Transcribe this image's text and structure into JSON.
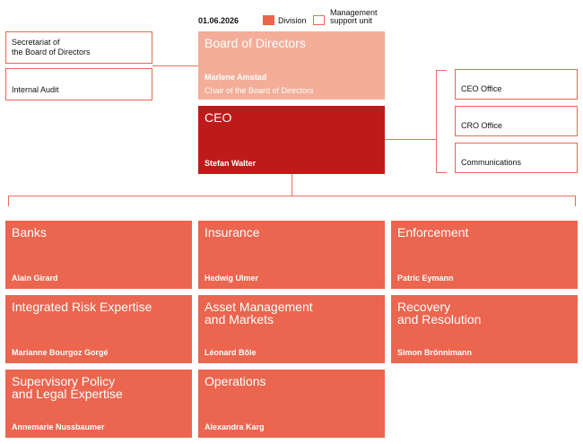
{
  "header": {
    "date": "01.06.2026",
    "legend_division": "Division",
    "legend_support": "Management\nsupport unit"
  },
  "board": {
    "title": "Board of Directors",
    "name": "Marlene Amstad",
    "role": "Chair of the Board of Directors"
  },
  "ceo": {
    "title": "CEO",
    "name": "Stefan Walter"
  },
  "board_units": [
    {
      "label": "Secretariat of\nthe Board of Directors"
    },
    {
      "label": "Internal Audit"
    }
  ],
  "ceo_units": [
    {
      "label": "CEO Office"
    },
    {
      "label": "CRO Office"
    },
    {
      "label": "Communications"
    }
  ],
  "divisions": [
    {
      "title": "Banks",
      "head": "Alain Girard"
    },
    {
      "title": "Insurance",
      "head": "Hedwig Ulmer"
    },
    {
      "title": "Enforcement",
      "head": "Patric Eymann"
    },
    {
      "title": "Integrated Risk Expertise",
      "head": "Marianne Bourgoz Gorgé"
    },
    {
      "title": "Asset Management\nand Markets",
      "head": "Léonard Bôle"
    },
    {
      "title": "Recovery\nand Resolution",
      "head": "Simon Brönnimann"
    },
    {
      "title": "Supervisory Policy\nand Legal Expertise",
      "head": "Annemarie Nussbaumer"
    },
    {
      "title": "Operations",
      "head": "Alexandra Karg"
    }
  ],
  "colors": {
    "division": "#eb654f",
    "board": "#f4ad98",
    "ceo": "#bf1a1a",
    "connector": "#e86d5a"
  }
}
